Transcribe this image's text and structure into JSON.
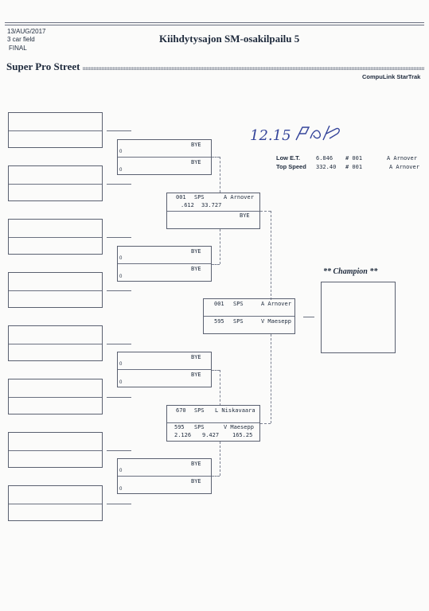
{
  "header": {
    "date": "13/AUG/2017",
    "field": "3 car field",
    "round": "FINAL",
    "title": "Kiihdytysajon SM-osakilpailu 5",
    "class_name": "Super Pro Street",
    "brand": "CompuLink StarTrak"
  },
  "records": {
    "low_et_label": "Low E.T.",
    "low_et_value": "6.846",
    "low_et_num": "# 001",
    "low_et_driver": "A Arnover",
    "top_speed_label": "Top Speed",
    "top_speed_value": "332.40",
    "top_speed_num": "# 001",
    "top_speed_driver": "A Arnover"
  },
  "signature": {
    "text": "12.15"
  },
  "round1": {
    "m1": {
      "top": "BYE",
      "bottom": "BYE",
      "zero_top": "0",
      "zero_bottom": "0"
    },
    "m2": {
      "top": "BYE",
      "bottom": "BYE",
      "zero_top": "0",
      "zero_bottom": "0"
    },
    "m3": {
      "top": "BYE",
      "bottom": "BYE",
      "zero_top": "0",
      "zero_bottom": "0"
    },
    "m4": {
      "top": "BYE",
      "bottom": "BYE",
      "zero_top": "0",
      "zero_bottom": "0"
    }
  },
  "round2": {
    "m1": {
      "top_num": "001",
      "top_cls": "SPS",
      "top_name": "A Arnover",
      "top_rt": ".612",
      "top_et": "33.727",
      "bottom": "BYE"
    },
    "m2": {
      "top_num": "670",
      "top_cls": "SPS",
      "top_name": "L Niskavaara",
      "bottom_num": "595",
      "bottom_cls": "SPS",
      "bottom_name": "V Maesepp",
      "bottom_rt": "2.126",
      "bottom_et": "9.427",
      "bottom_mph": "165.25"
    }
  },
  "final": {
    "top_num": "001",
    "top_cls": "SPS",
    "top_name": "A Arnover",
    "bottom_num": "595",
    "bottom_cls": "SPS",
    "bottom_name": "V Maesepp"
  },
  "champion": {
    "label": "** Champion **"
  }
}
